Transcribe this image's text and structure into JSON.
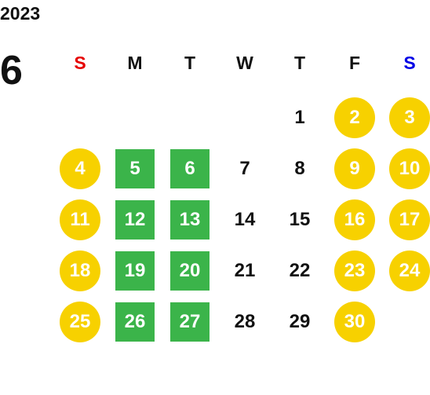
{
  "year": "2023",
  "month": "6",
  "weekdays": [
    {
      "label": "S",
      "color": "#e60000"
    },
    {
      "label": "M",
      "color": "#111111"
    },
    {
      "label": "T",
      "color": "#111111"
    },
    {
      "label": "W",
      "color": "#111111"
    },
    {
      "label": "T",
      "color": "#111111"
    },
    {
      "label": "F",
      "color": "#111111"
    },
    {
      "label": "S",
      "color": "#0000e6"
    }
  ],
  "marker_colors": {
    "yellow": "#f7d100",
    "green": "#3bb44a"
  },
  "days": [
    {
      "day": "1",
      "style": "plain"
    },
    {
      "day": "2",
      "style": "yellow"
    },
    {
      "day": "3",
      "style": "yellow"
    },
    {
      "day": "4",
      "style": "yellow"
    },
    {
      "day": "5",
      "style": "green"
    },
    {
      "day": "6",
      "style": "green"
    },
    {
      "day": "7",
      "style": "plain"
    },
    {
      "day": "8",
      "style": "plain"
    },
    {
      "day": "9",
      "style": "yellow"
    },
    {
      "day": "10",
      "style": "yellow"
    },
    {
      "day": "11",
      "style": "yellow"
    },
    {
      "day": "12",
      "style": "green"
    },
    {
      "day": "13",
      "style": "green"
    },
    {
      "day": "14",
      "style": "plain"
    },
    {
      "day": "15",
      "style": "plain"
    },
    {
      "day": "16",
      "style": "yellow"
    },
    {
      "day": "17",
      "style": "yellow"
    },
    {
      "day": "18",
      "style": "yellow"
    },
    {
      "day": "19",
      "style": "green"
    },
    {
      "day": "20",
      "style": "green"
    },
    {
      "day": "21",
      "style": "plain"
    },
    {
      "day": "22",
      "style": "plain"
    },
    {
      "day": "23",
      "style": "yellow"
    },
    {
      "day": "24",
      "style": "yellow"
    },
    {
      "day": "25",
      "style": "yellow"
    },
    {
      "day": "26",
      "style": "green"
    },
    {
      "day": "27",
      "style": "green"
    },
    {
      "day": "28",
      "style": "plain"
    },
    {
      "day": "29",
      "style": "plain"
    },
    {
      "day": "30",
      "style": "yellow"
    }
  ],
  "first_weekday_index": 4
}
